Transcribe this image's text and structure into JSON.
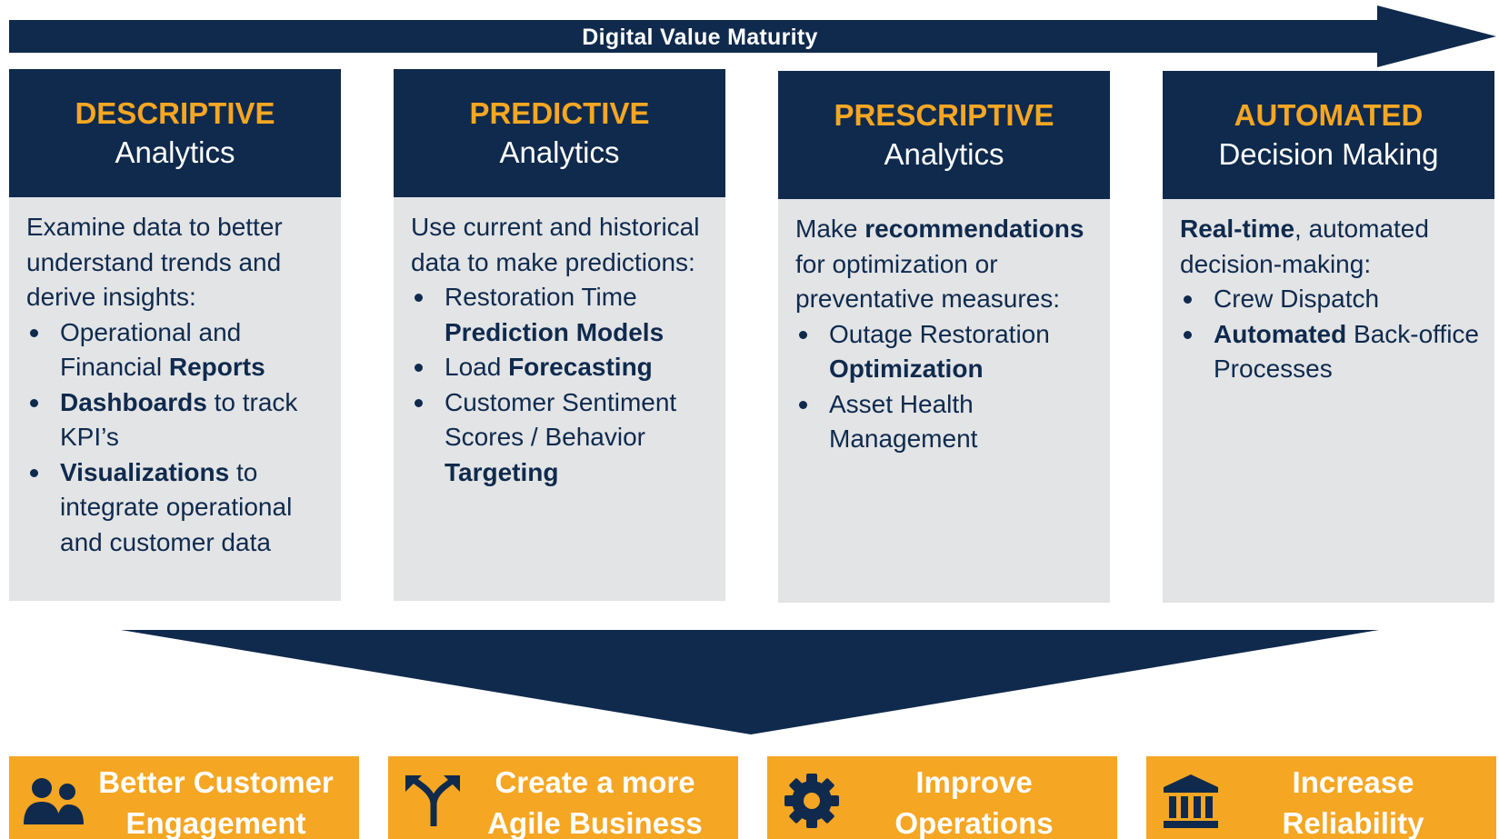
{
  "header": {
    "maturity_label": "Digital Value  Maturity"
  },
  "stages": [
    {
      "title": "DESCRIPTIVE",
      "subtitle": "Analytics",
      "intro": "Examine data to better understand trends and derive insights:",
      "bullets": [
        [
          {
            "t": "Operational and Financial "
          },
          {
            "t": "Reports",
            "b": true
          }
        ],
        [
          {
            "t": "Dashboards",
            "b": true
          },
          {
            "t": " to track KPI’s"
          }
        ],
        [
          {
            "t": "Visualizations",
            "b": true
          },
          {
            "t": " to integrate operational and customer data"
          }
        ]
      ]
    },
    {
      "title": "PREDICTIVE",
      "subtitle": "Analytics",
      "intro": "Use current and historical data to make predictions:",
      "bullets": [
        [
          {
            "t": "Restoration Time "
          },
          {
            "t": "Prediction Models",
            "b": true
          }
        ],
        [
          {
            "t": "Load "
          },
          {
            "t": "Forecasting",
            "b": true
          }
        ],
        [
          {
            "t": "Customer Sentiment Scores / Behavior "
          },
          {
            "t": "Targeting",
            "b": true
          }
        ]
      ]
    },
    {
      "title": "PRESCRIPTIVE",
      "subtitle": "Analytics",
      "intro_parts": [
        {
          "t": "Make "
        },
        {
          "t": "recommendations",
          "b": true
        },
        {
          "t": " for optimization or preventative measures:"
        }
      ],
      "bullets": [
        [
          {
            "t": "Outage Restoration "
          },
          {
            "t": "Optimization",
            "b": true
          }
        ],
        [
          {
            "t": "Asset Health Management"
          }
        ]
      ]
    },
    {
      "title": "AUTOMATED",
      "subtitle": "Decision Making",
      "intro_parts": [
        {
          "t": "Real-time",
          "b": true
        },
        {
          "t": ", automated decision-making:"
        }
      ],
      "bullets": [
        [
          {
            "t": "Crew Dispatch"
          }
        ],
        [
          {
            "t": "Automated",
            "b": true
          },
          {
            "t": " Back-office Processes"
          }
        ]
      ]
    }
  ],
  "outcomes": [
    {
      "label": "Better Customer Engagement",
      "icon": "people-icon"
    },
    {
      "label": "Create a more Agile Business",
      "icon": "split-arrow-icon"
    },
    {
      "label": "Improve Operations",
      "icon": "gear-icon"
    },
    {
      "label": "Increase Reliability",
      "icon": "bank-icon"
    }
  ],
  "colors": {
    "navy": "#0f2a4d",
    "orange": "#f5a623",
    "panel": "#e3e4e6"
  }
}
